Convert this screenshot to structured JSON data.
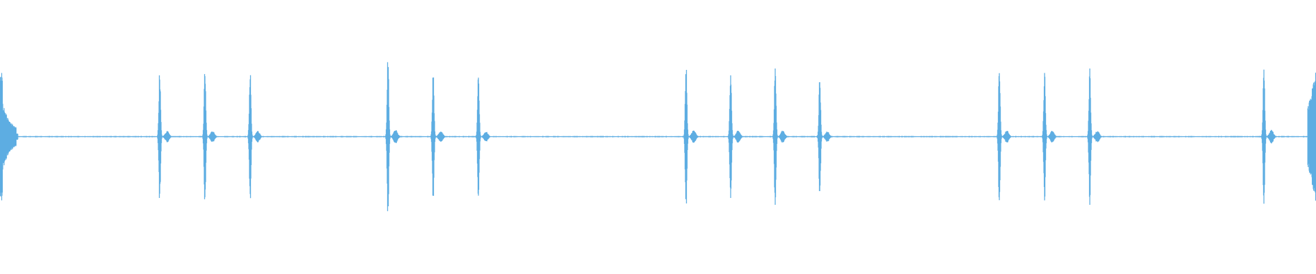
{
  "waveform": {
    "color": "#5dade2",
    "background": "#ffffff",
    "leading_burst_amplitude": 0.95,
    "trailing_burst_amplitude": 0.98,
    "noise_floor_amplitude": 0.012,
    "groups": [
      {
        "clicks": [
          {
            "amplitude": 1.0
          },
          {
            "amplitude": 1.03
          },
          {
            "amplitude": 1.01
          }
        ]
      },
      {
        "clicks": [
          {
            "amplitude": 1.23
          },
          {
            "amplitude": 1.04
          },
          {
            "amplitude": 0.92
          }
        ]
      },
      {
        "clicks": [
          {
            "amplitude": 1.15
          },
          {
            "amplitude": 1.08
          },
          {
            "amplitude": 1.1
          },
          {
            "amplitude": 0.93
          }
        ]
      },
      {
        "clicks": [
          {
            "amplitude": 1.07
          },
          {
            "amplitude": 1.03
          },
          {
            "amplitude": 1.05
          }
        ]
      },
      {
        "clicks": [
          {
            "amplitude": 1.17
          }
        ]
      }
    ]
  }
}
